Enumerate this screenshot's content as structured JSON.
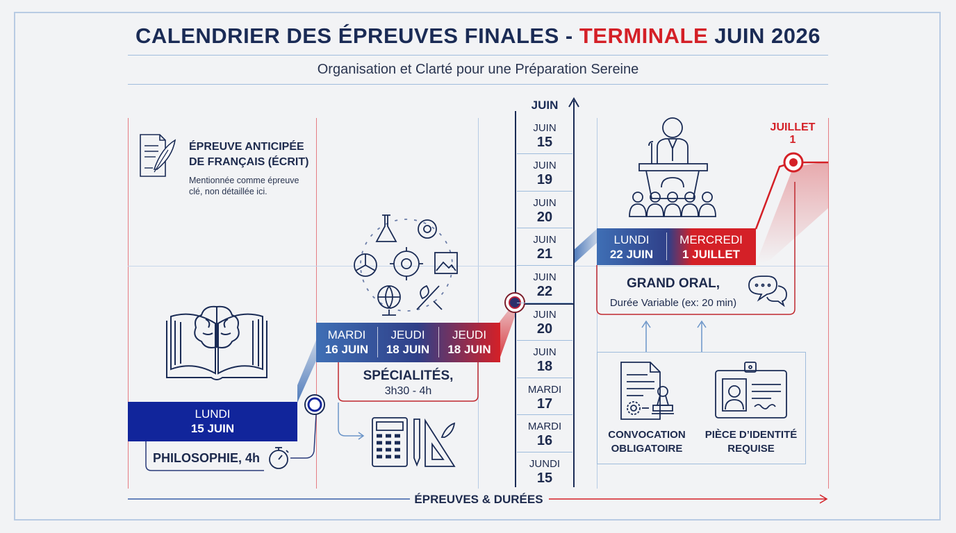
{
  "header": {
    "title_part1": "CALENDRIER DES ÉPREUVES FINALES - ",
    "title_highlight": "TERMINALE",
    "title_part2": " JUIN 2026",
    "subtitle": "Organisation et Clarté pour une Préparation Sereine"
  },
  "francais": {
    "title_line1": "ÉPREUVE ANTICIPÉE",
    "title_line2": "DE FRANÇAIS (ÉCRIT)",
    "note_line1": "Mentionnée comme épreuve",
    "note_line2": "clé, non détaillée ici."
  },
  "philo": {
    "day": "LUNDI",
    "date": "15 JUIN",
    "label": "PHILOSOPHIE, 4h"
  },
  "specialites": {
    "days": [
      {
        "day": "MARDI",
        "date": "16 JUIN"
      },
      {
        "day": "JEUDI",
        "date": "18 JUIN"
      },
      {
        "day": "JEUDI",
        "date": "18 JUIN"
      }
    ],
    "label": "SPÉCIALITÉS,",
    "duration": "3h30 - 4h"
  },
  "timeline": {
    "header": "JUIN",
    "cells": [
      {
        "top": "JUIN",
        "num": "15"
      },
      {
        "top": "JUIN",
        "num": "19"
      },
      {
        "top": "JUIN",
        "num": "20"
      },
      {
        "top": "JUIN",
        "num": "21"
      },
      {
        "top": "JUIN",
        "num": "22"
      },
      {
        "top": "JUIN",
        "num": "20"
      },
      {
        "top": "JUIN",
        "num": "18"
      },
      {
        "top": "MARDI",
        "num": "17"
      },
      {
        "top": "MARDI",
        "num": "16"
      },
      {
        "top": "JUNDI",
        "num": "15"
      }
    ]
  },
  "grand_oral": {
    "days": [
      {
        "day": "LUNDI",
        "date": "22 JUIN"
      },
      {
        "day": "MERCREDI",
        "date": "1 JUILLET"
      }
    ],
    "label": "GRAND ORAL,",
    "duration": "Durée Variable (ex: 20 min)",
    "end_month": "JUILLET",
    "end_day": "1"
  },
  "requirements": {
    "convocation_line1": "CONVOCATION",
    "convocation_line2": "OBLIGATOIRE",
    "identite_line1": "PIÈCE D’IDENTITÉ",
    "identite_line2": "REQUISE"
  },
  "footer": {
    "axis_label": "ÉPREUVES & DURÉES"
  },
  "colors": {
    "navy": "#1a2b55",
    "blue": "#11259b",
    "red": "#d42027",
    "lightblue": "#9fbcdc"
  }
}
